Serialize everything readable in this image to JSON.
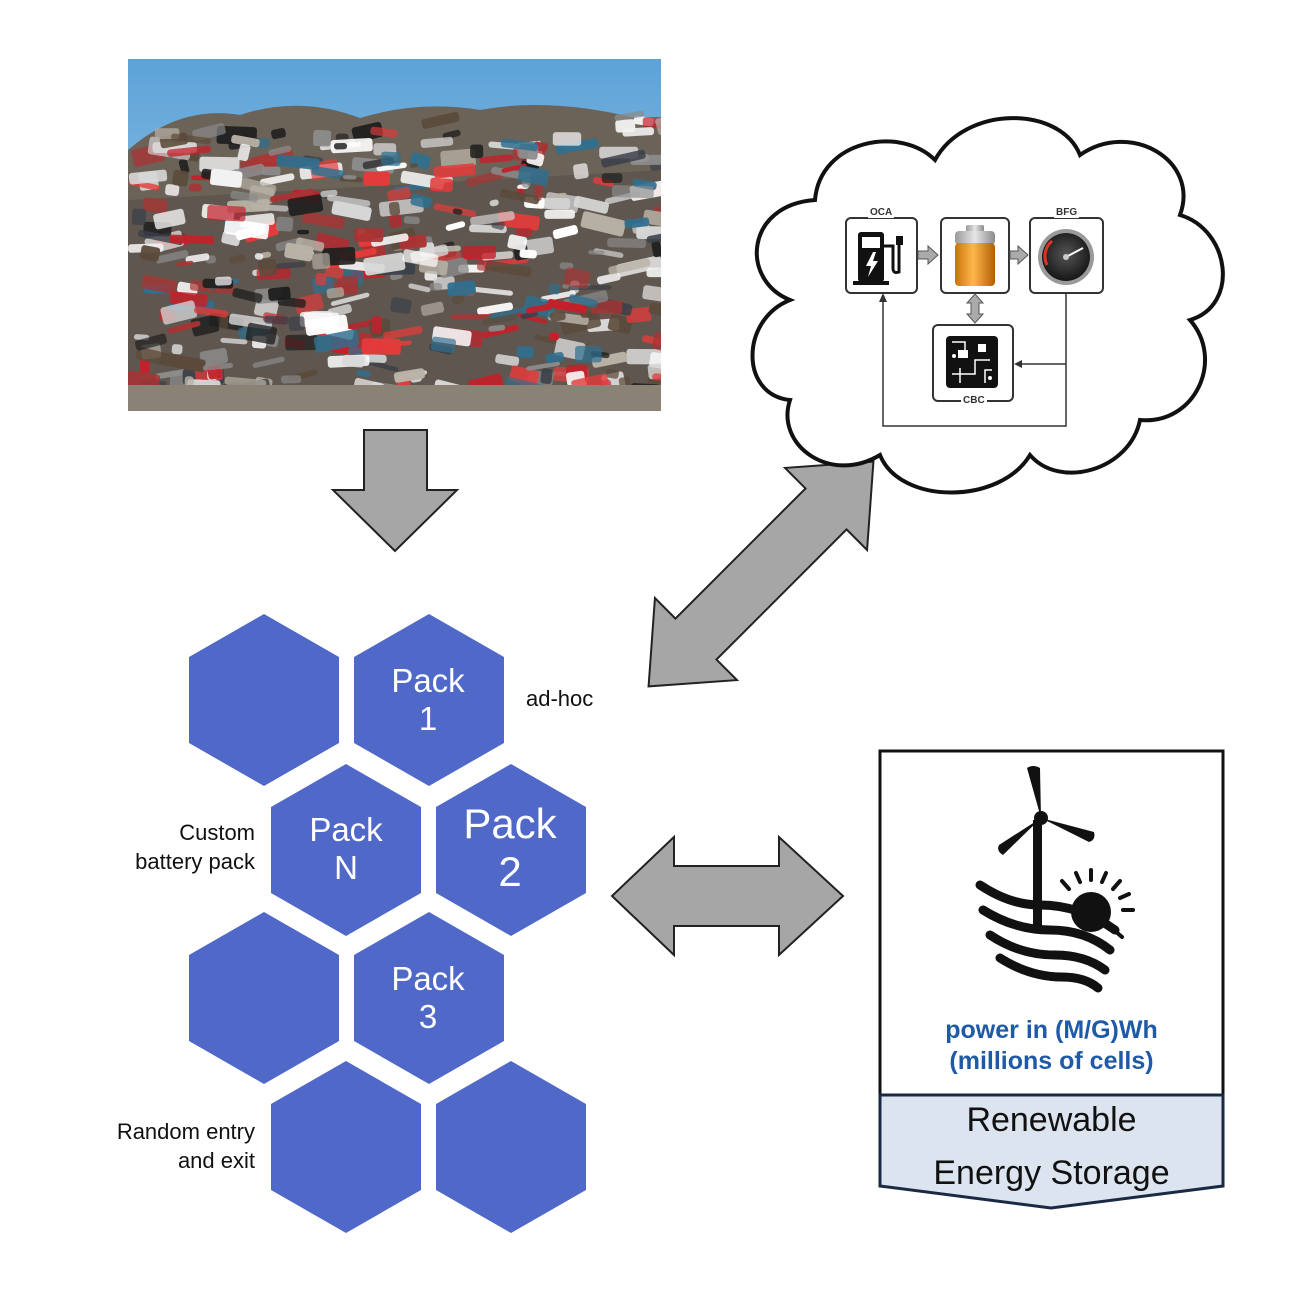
{
  "scrapyard": {
    "icon": "scrap-car-pile-photo"
  },
  "cloud_diagram": {
    "oca_label": "OCA",
    "bfg_label": "BFG",
    "cbc_label": "CBC",
    "icons": [
      "charging-station-icon",
      "battery-icon",
      "gauge-icon",
      "circuit-board-icon"
    ]
  },
  "hex_grid": {
    "color": "#5068c8",
    "packs": {
      "pack1": [
        "Pack",
        "1"
      ],
      "packN": [
        "Pack",
        "N"
      ],
      "pack2": [
        "Pack",
        "2"
      ],
      "pack3": [
        "Pack",
        "3"
      ]
    },
    "annotations": {
      "adhoc": "ad-hoc",
      "custom_line1": "Custom",
      "custom_line2": "battery pack",
      "random_line1": "Random entry",
      "random_line2": "and exit"
    }
  },
  "storage": {
    "caption_line1": "power in (M/G)Wh",
    "caption_line2": "(millions of cells)",
    "title_line1": "Renewable",
    "title_line2": "Energy Storage",
    "caption_color": "#1f5aa8",
    "banner_color": "#dce4f0",
    "icon": "wind-turbine-sun-waves-icon"
  },
  "arrow_color": "#a6a6a6"
}
